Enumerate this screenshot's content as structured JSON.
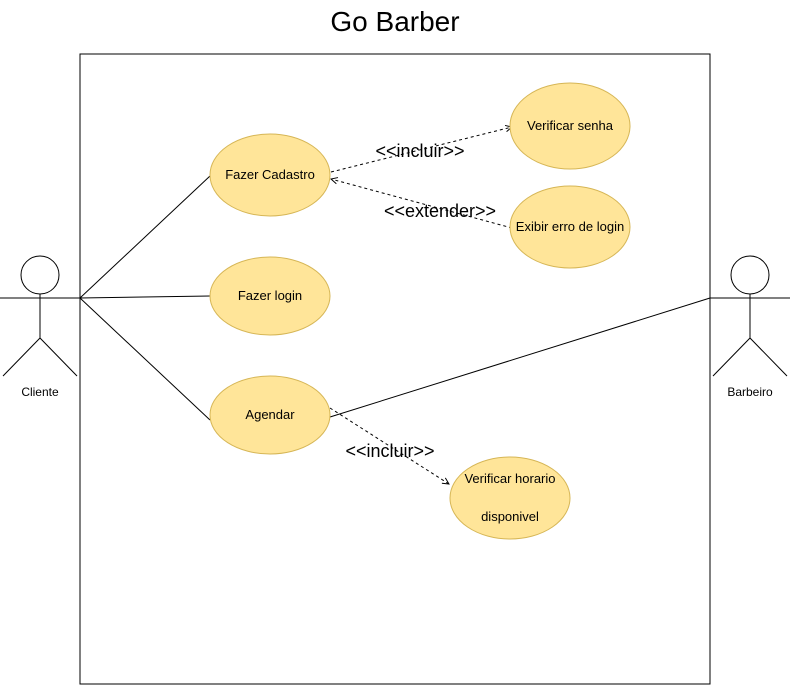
{
  "title": "Go Barber",
  "colors": {
    "use_case_fill": "#ffe599",
    "use_case_stroke": "#d6b656",
    "line": "#000000",
    "boundary_stroke": "#000000"
  },
  "actors": [
    {
      "id": "cliente",
      "label": "Cliente"
    },
    {
      "id": "barbeiro",
      "label": "Barbeiro"
    }
  ],
  "use_cases": [
    {
      "id": "fazer-cadastro",
      "lines": [
        "Fazer Cadastro"
      ]
    },
    {
      "id": "fazer-login",
      "lines": [
        "Fazer login"
      ]
    },
    {
      "id": "agendar",
      "lines": [
        "Agendar"
      ]
    },
    {
      "id": "verificar-senha",
      "lines": [
        "Verificar senha"
      ]
    },
    {
      "id": "exibir-erro-login",
      "lines": [
        "Exibir erro de login"
      ]
    },
    {
      "id": "verificar-horario",
      "lines": [
        "Verificar horario",
        "disponivel"
      ]
    }
  ],
  "relations": [
    {
      "from": "cliente",
      "to": "fazer-cadastro",
      "type": "association"
    },
    {
      "from": "cliente",
      "to": "fazer-login",
      "type": "association"
    },
    {
      "from": "cliente",
      "to": "agendar",
      "type": "association"
    },
    {
      "from": "barbeiro",
      "to": "agendar",
      "type": "association"
    },
    {
      "from": "fazer-cadastro",
      "to": "verificar-senha",
      "type": "dependency",
      "label": "<<incluir>>"
    },
    {
      "from": "exibir-erro-login",
      "to": "fazer-cadastro",
      "type": "dependency",
      "label": "<<extender>>"
    },
    {
      "from": "agendar",
      "to": "verificar-horario",
      "type": "dependency",
      "label": "<<incluir>>"
    }
  ]
}
